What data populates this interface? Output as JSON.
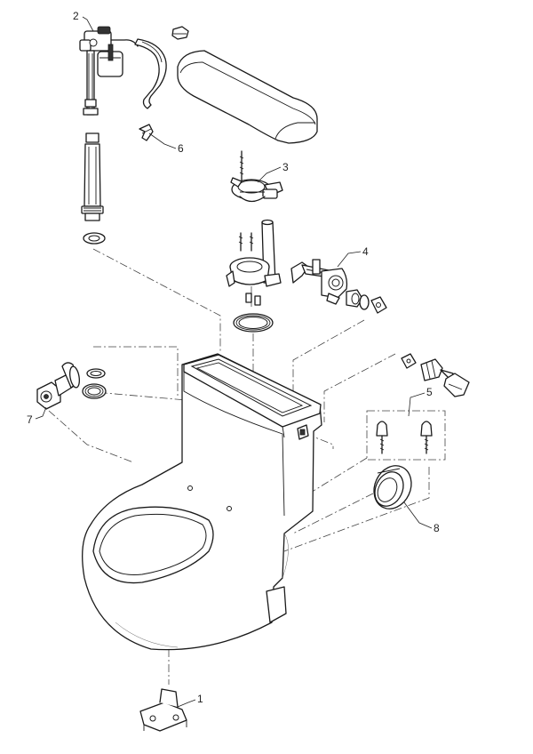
{
  "callouts": [
    {
      "id": "fill-valve",
      "label": "2"
    },
    {
      "id": "flush-valve",
      "label": "3"
    },
    {
      "id": "trip-lever",
      "label": "4"
    },
    {
      "id": "seat-hardware",
      "label": "5"
    },
    {
      "id": "supply-hose-clip",
      "label": "6"
    },
    {
      "id": "angle-stop",
      "label": "7"
    },
    {
      "id": "wax-ring",
      "label": "8"
    },
    {
      "id": "floor-bracket",
      "label": "1"
    }
  ],
  "colors": {
    "line": "#1a1a1a",
    "background": "#ffffff"
  }
}
